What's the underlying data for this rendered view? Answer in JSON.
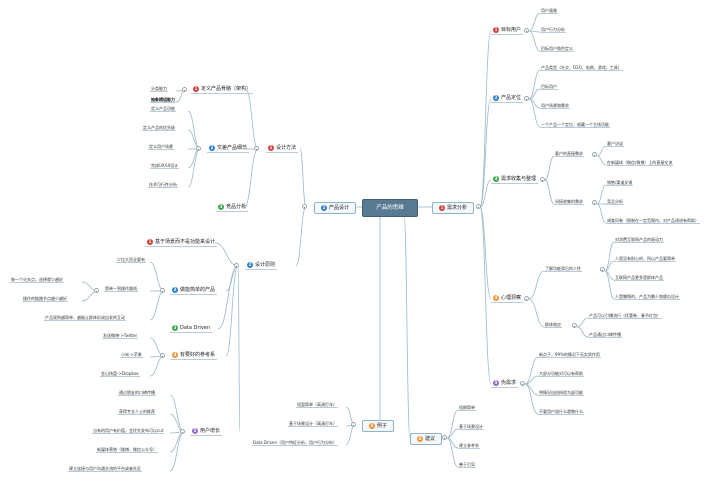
{
  "central": "产品的思维",
  "colors": {
    "red": "#d43f3a",
    "blue": "#2d7fd3",
    "green": "#3aa64a",
    "orange": "#f0922d",
    "purple": "#8d6bd0",
    "line": "#9ab8c8"
  },
  "right": {
    "need": {
      "label": "需求分析",
      "target": {
        "label": "目标用户",
        "items": [
          "用户画像",
          "用户行为分析",
          "目标用户角色定义"
        ]
      },
      "position": {
        "label": "产品定位",
        "items": [
          "产品类型（社交、O2O、电商、游戏、工具）",
          "目标用户",
          "用户场景和需求",
          "一个产品一个定位，收藏一个主线功能"
        ]
      },
      "collect": {
        "label": "需求收集与整理",
        "direct": {
          "label": "客户的直接需求",
          "items": [
            "客户访谈",
            "在新媒体（微信/微博）上的直接交流"
          ]
        },
        "indirect": {
          "label": "间接收集的需求",
          "items": [
            "销售/渠道反馈",
            "竞品分析",
            "调查问卷（限制在一定范围内，对产品改进有帮助）"
          ]
        }
      },
      "psych": {
        "label": "心理洞察",
        "understand": {
          "label": "了解功能背后的人性",
          "items": [
            "对消费互联网产品的驱动力",
            "人是没有耐心的，所以产品要简单",
            "互联网产品更多是群体产品",
            "人是懒惰的，产品为懒人和傻瓜设计"
          ]
        },
        "group": {
          "label": "群体效应",
          "items": [
            "产品可以引爆流行（优惠券、春节红包）",
            "产品通过口碑传播"
          ]
        }
      },
      "fake": {
        "label": "伪需求",
        "items": [
          "新点子，99%的情况下无实质作用",
          "大部分功能对可以有帮助",
          "将情况自由辩驳为虚功能",
          "不要用户说什么就做什么"
        ]
      }
    },
    "advice": {
      "label": "建议",
      "items": [
        "短期简单",
        "基于场景设计",
        "建立参考系",
        "善于引导"
      ]
    }
  },
  "left": {
    "design": {
      "label": "产品设计",
      "method": {
        "label": "设计方法",
        "define": {
          "label": "定义产品骨骼（架构）",
          "items": [
            "分类能力",
            "抽象模组能力"
          ]
        },
        "deliver": {
          "label": "交差产品细节",
          "items": [
            "定义产品功能",
            "定义产品的优先级",
            "定义用户场景",
            "完成UX/UI设计",
            "技术可行性分析"
          ]
        },
        "compete": {
          "label": "竞品分析"
        }
      },
      "principle": {
        "label": "设计原则",
        "scene": {
          "label": "基于场景而不是功能来设计"
        },
        "simple": {
          "label": "做能简单的产品",
          "items": [
            "少比大而全要有",
            "简单一到操作路线",
            "产品规则越简单，越能让群体形成自发的互动"
          ],
          "sub": [
            "每一个分叉点，选择就少越好",
            "操作的链路节点越少越好"
          ]
        },
        "data": {
          "label": "Data Driven"
        },
        "ref": {
          "label": "有要好的参考系",
          "items": [
            "发送微博->Twitter",
            "小米->苹果",
            "金山快盘->Dropbox"
          ]
        },
        "growth": {
          "label": "用户增长",
          "items": [
            "通过朋友的口碑传播",
            "获得专业人士的推荐",
            "当有的用户有价值，会优先发布可以cut",
            "新媒体营销（微博、微信公众号）",
            "建立连接与用户沟通交流的平台或者社区"
          ]
        }
      }
    },
    "example": {
      "label": "例子",
      "items": [
        "短暂简单（高清打车）",
        "基于场景设计（高清打车）",
        "Data Driven（用户特征分析，用户行为分析）"
      ]
    }
  }
}
